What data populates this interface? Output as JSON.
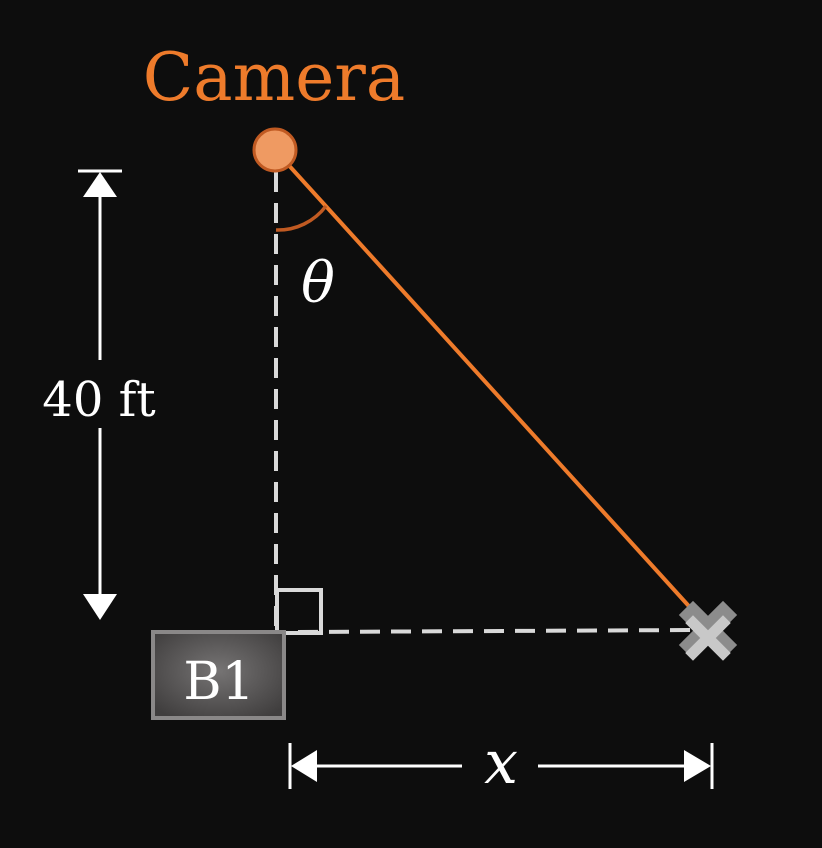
{
  "labels": {
    "camera": "Camera",
    "angle": "θ",
    "height": "40 ft",
    "box": "B1",
    "distance": "x"
  },
  "colors": {
    "background": "#0d0d0d",
    "accent": "#ee7b2b",
    "camera_fill": "#ef9a62",
    "camera_stroke": "#c05a22",
    "white": "#ffffff",
    "guide": "#d9d9d9",
    "box_fill": "#5c5a5a",
    "box_stroke": "#8a8888",
    "marker_fill": "#c8c8c8",
    "marker_stroke": "#8c8c8c"
  },
  "icons": {
    "camera": "circle",
    "target": "x-mark",
    "right_angle": "square"
  }
}
